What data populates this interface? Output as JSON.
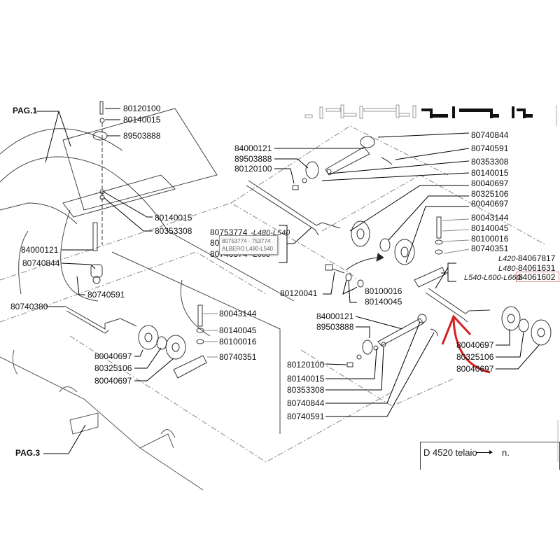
{
  "diagram": {
    "page_refs": [
      {
        "id": "pag1",
        "text": "PAG.1"
      },
      {
        "id": "pag3",
        "text": "PAG.3"
      }
    ],
    "left_top_callouts": [
      "80120100",
      "80140015",
      "89503888",
      "80140015",
      "80353308"
    ],
    "left_mid_callouts": [
      "84000121",
      "80740844",
      "80740591",
      "80740380"
    ],
    "left_bottom_callouts": [
      "80040697",
      "80325106",
      "80040697"
    ],
    "center_bracket_callouts": [
      "80043144",
      "80140045",
      "80100016",
      "80740351"
    ],
    "shaft_group": {
      "rows": [
        {
          "code": "80753774",
          "variant": "-L480-L540"
        },
        {
          "code": "80",
          "variant": ""
        },
        {
          "code": "80740374",
          "variant": "-L660"
        }
      ],
      "tooltip": {
        "line1": "80753774 - 753774",
        "line2": "ALBERO L480-L540"
      }
    },
    "upper_left_of_right_callouts": [
      "84000121",
      "89503888",
      "80120100"
    ],
    "right_column_callouts": [
      "80740844",
      "80740591",
      "80353308",
      "80140015",
      "80040697",
      "80325106",
      "80040697",
      "80043144",
      "80140045",
      "80100016",
      "80740351"
    ],
    "variant_codes": [
      {
        "variant": "L420-",
        "code": "84067817"
      },
      {
        "variant": "L480-",
        "code": "84061631"
      },
      {
        "variant": "L540-L600-L660-",
        "code": "84061602",
        "highlighted": true
      }
    ],
    "mid_callouts": [
      "80120041",
      "80100016",
      "80140045"
    ],
    "lower_mid_callouts": [
      "84000121",
      "89503888",
      "80120100",
      "80140015",
      "80353308",
      "80740844",
      "80740591"
    ],
    "lower_right_callouts": [
      "80040697",
      "80325106",
      "80040697"
    ],
    "frame_label": {
      "text": "D 4520 telaio",
      "suffix": "n."
    },
    "annotation_color": "#d42020",
    "highlight_color": "#e08a8a"
  }
}
